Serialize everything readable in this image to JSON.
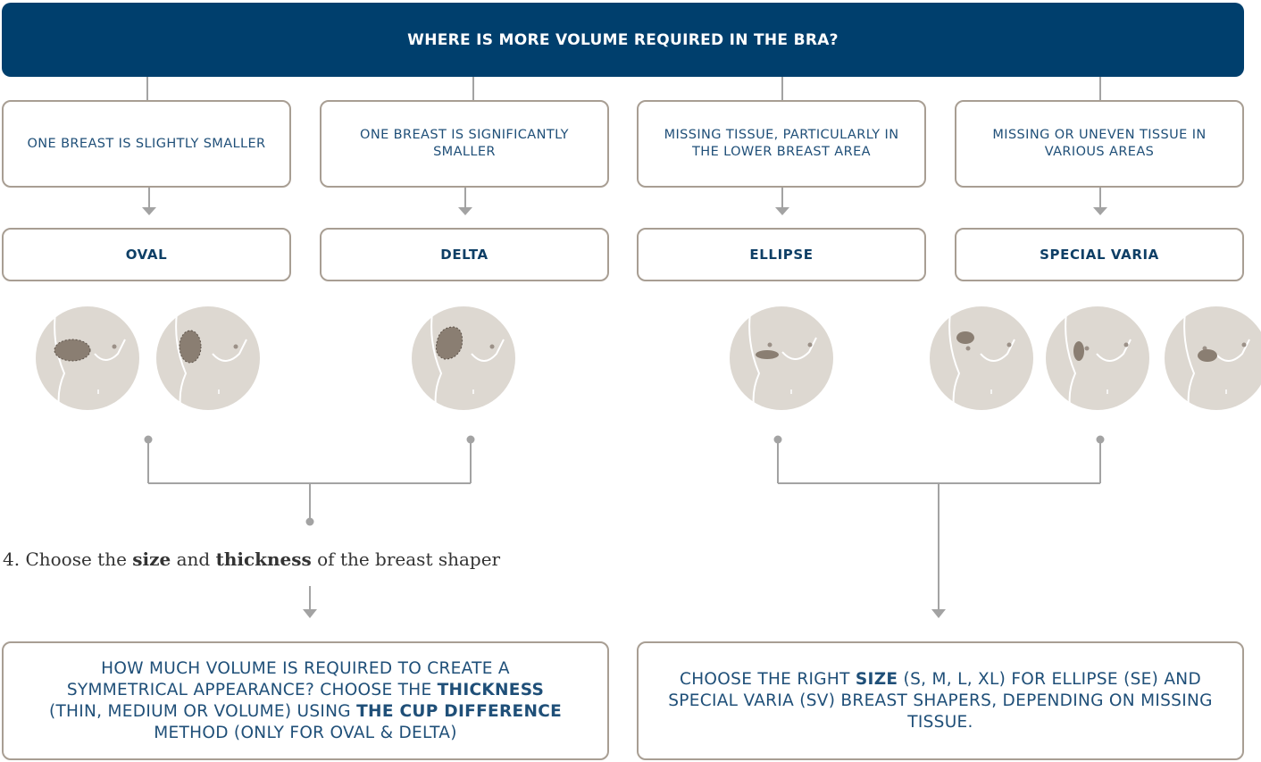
{
  "header": {
    "title": "WHERE IS MORE VOLUME REQUIRED IN THE BRA?"
  },
  "conditions": [
    "ONE BREAST IS SLIGHTLY SMALLER",
    "ONE BREAST IS SIGNIFICANTLY SMALLER",
    "MISSING TISSUE, PARTICULARLY IN THE LOWER BREAST AREA",
    "MISSING OR UNEVEN TISSUE IN VARIOUS AREAS"
  ],
  "shapes": [
    "OVAL",
    "DELTA",
    "ELLIPSE",
    "SPECIAL VARIA"
  ],
  "step": {
    "number": "4.",
    "pre": "Choose the",
    "bold1": "size",
    "mid": "and",
    "bold2": "thickness",
    "post": "of the breast shaper"
  },
  "left_box": {
    "line1": "HOW MUCH VOLUME IS REQUIRED TO CREATE A",
    "line2_pre": "SYMMETRICAL APPEARANCE? CHOOSE THE",
    "line2_bold": "THICKNESS",
    "line3_pre": "(THIN, MEDIUM OR VOLUME) USING",
    "line3_bold": "THE CUP DIFFERENCE",
    "line4": "METHOD (ONLY FOR OVAL & DELTA)"
  },
  "right_box": {
    "pre": "CHOOSE THE RIGHT",
    "bold": "SIZE",
    "post": "(S, M, L, XL) FOR ELLIPSE (SE) AND SPECIAL VARIA (SV) BREAST SHAPERS, DEPENDING ON MISSING TISSUE."
  },
  "colors": {
    "header_bg": "#003f6d",
    "box_border": "#a89e93",
    "text_blue": "#1f4f78",
    "circle_fill": "#ddd8d1",
    "tissue_fill": "#8a7e72",
    "connector": "#a3a3a3"
  }
}
